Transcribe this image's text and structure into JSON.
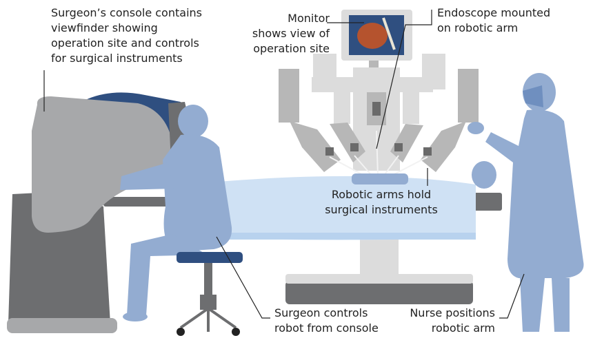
{
  "colors": {
    "figure": "#93acd1",
    "figure_dark": "#6f8fbf",
    "console_gray": "#a7a8aa",
    "console_dark": "#6d6e70",
    "viewer_navy": "#2f4f80",
    "robot_light": "#dcdcdc",
    "robot_mid": "#b7b7b7",
    "robot_dark": "#6a6a6a",
    "table_blue": "#cfe1f4",
    "leader": "#222222"
  },
  "labels": {
    "console": [
      "Surgeon’s console contains",
      "viewfinder showing",
      "operation site and controls",
      "for surgical instruments"
    ],
    "monitor": [
      "Monitor",
      "shows view of",
      "operation site"
    ],
    "endoscope": [
      "Endoscope mounted",
      "on robotic arm"
    ],
    "arms": [
      "Robotic arms hold",
      "surgical instruments"
    ],
    "surgeon": [
      "Surgeon controls",
      "robot from console"
    ],
    "nurse": [
      "Nurse positions",
      "robotic arm"
    ]
  }
}
